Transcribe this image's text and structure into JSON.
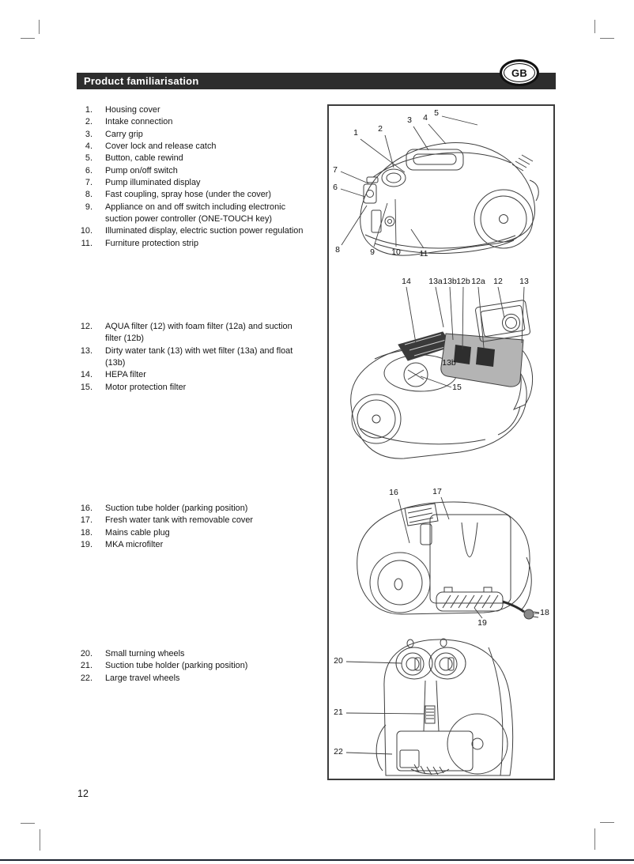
{
  "header": {
    "title": "Product familiarisation",
    "badge": "GB"
  },
  "page": {
    "number": "12"
  },
  "parts_list": {
    "items": [
      {
        "num": "1.",
        "label": "Housing cover",
        "label2": ""
      },
      {
        "num": "2.",
        "label": "Intake connection",
        "label2": ""
      },
      {
        "num": "3.",
        "label": "Carry grip",
        "label2": ""
      },
      {
        "num": "4.",
        "label": "Cover lock and release catch",
        "label2": ""
      },
      {
        "num": "5.",
        "label": "Button, cable rewind",
        "label2": ""
      },
      {
        "num": "6.",
        "label": "Pump on/off switch",
        "label2": ""
      },
      {
        "num": "7.",
        "label": "Pump illuminated display",
        "label2": ""
      },
      {
        "num": "8.",
        "label": "Fast coupling, spray hose (under the cover)",
        "label2": ""
      },
      {
        "num": "9.",
        "label": "Appliance on and off switch including electronic",
        "label2": "suction power controller (ONE-TOUCH key)"
      },
      {
        "num": "10.",
        "label": "Illuminated display, electric suction power regulation",
        "label2": ""
      },
      {
        "num": "11.",
        "label": "Furniture protection strip",
        "label2": ""
      },
      {
        "num": "12.",
        "label": "AQUA filter (12) with foam filter (12a) and suction",
        "label2": "filter (12b)"
      },
      {
        "num": "13.",
        "label": "Dirty water tank (13) with wet filter (13a) and float",
        "label2": "(13b)"
      },
      {
        "num": "14.",
        "label": "HEPA filter",
        "label2": ""
      },
      {
        "num": "15.",
        "label": "Motor protection filter",
        "label2": ""
      },
      {
        "num": "16.",
        "label": "Suction tube holder (parking position)",
        "label2": ""
      },
      {
        "num": "17.",
        "label": "Fresh water tank with removable cover",
        "label2": ""
      },
      {
        "num": "18.",
        "label": "Mains cable plug",
        "label2": ""
      },
      {
        "num": "19.",
        "label": "MKA microfilter",
        "label2": ""
      },
      {
        "num": "20.",
        "label": "Small turning wheels",
        "label2": ""
      },
      {
        "num": "21.",
        "label": "Suction tube holder (parking position)",
        "label2": ""
      },
      {
        "num": "22.",
        "label": "Large travel wheels",
        "label2": ""
      }
    ]
  },
  "figures": {
    "side_view": {
      "c1": "1",
      "c2": "2",
      "c3": "3",
      "c4": "4",
      "c5": "5",
      "c6": "6",
      "c7": "7",
      "c8": "8",
      "c9": "9",
      "c10": "10",
      "c11": "11"
    },
    "filters_view": {
      "c14": "14",
      "c13a": "13a",
      "c13b": "13b",
      "c12b": "12b",
      "c12a": "12a",
      "c12": "12",
      "c13": "13",
      "c13b_mid": "13b",
      "c15": "15"
    },
    "rear_view": {
      "c16": "16",
      "c17": "17",
      "c18": "18",
      "c19": "19"
    },
    "bottom_view": {
      "c20": "20",
      "c21": "21",
      "c22": "22"
    }
  }
}
